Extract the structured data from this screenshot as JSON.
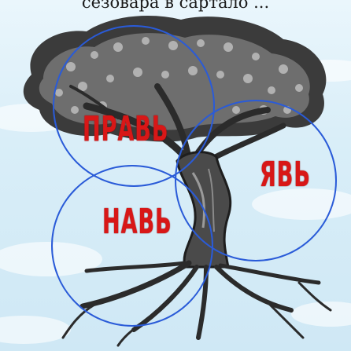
{
  "header": {
    "caption": "сезовара в сартало ..."
  },
  "labels": {
    "prav": "ПРАВЬ",
    "yav": "ЯВЬ",
    "nav": "НАВЬ"
  },
  "colors": {
    "circle_stroke": "#2a5bd8",
    "rune_text": "#d81717",
    "tree_dark": "#2a2a2a",
    "sky": "#d9eef8"
  },
  "icons": {
    "tree": "world-tree-illustration"
  }
}
